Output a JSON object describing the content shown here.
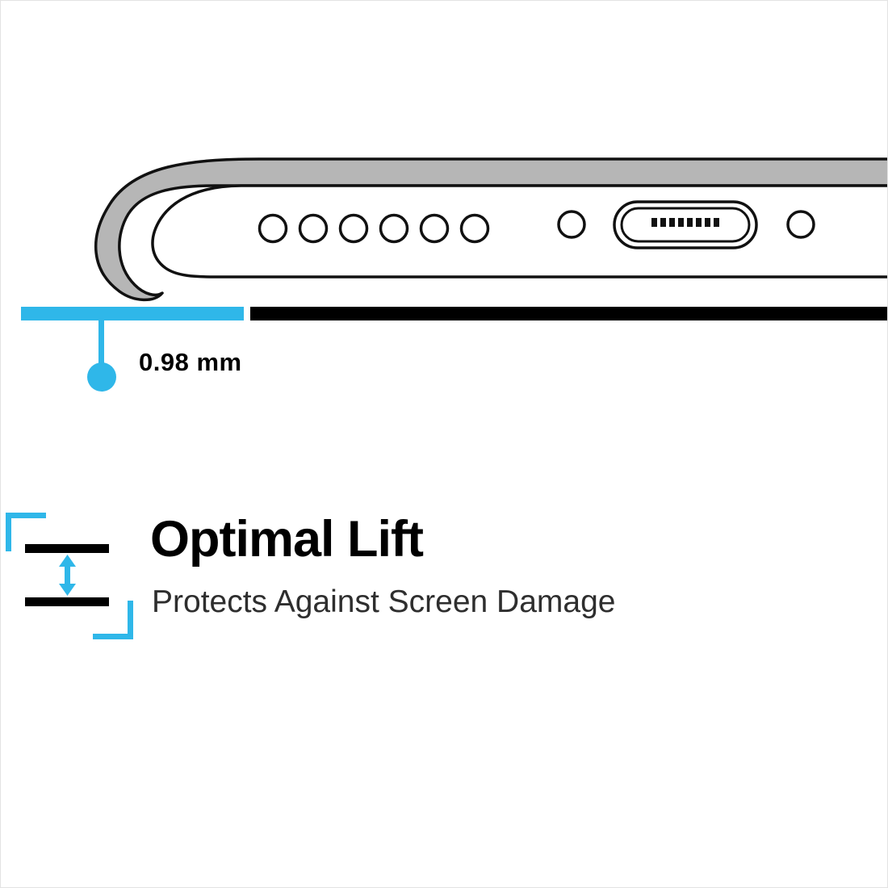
{
  "colors": {
    "accent": "#2fb7e9",
    "ink": "#000000",
    "case_gray": "#b6b6b6",
    "outline": "#111111",
    "subtitle": "#2e2e2e",
    "frame": "#e3e3e3"
  },
  "illustration": {
    "name": "phone-bottom-edge-in-case",
    "speaker_hole_count": 6,
    "screw_hole_count": 2
  },
  "measurement": {
    "value": "0.98 mm"
  },
  "feature": {
    "title": "Optimal Lift",
    "subtitle": "Protects Against Screen Damage",
    "icon": "lift-height-icon"
  }
}
